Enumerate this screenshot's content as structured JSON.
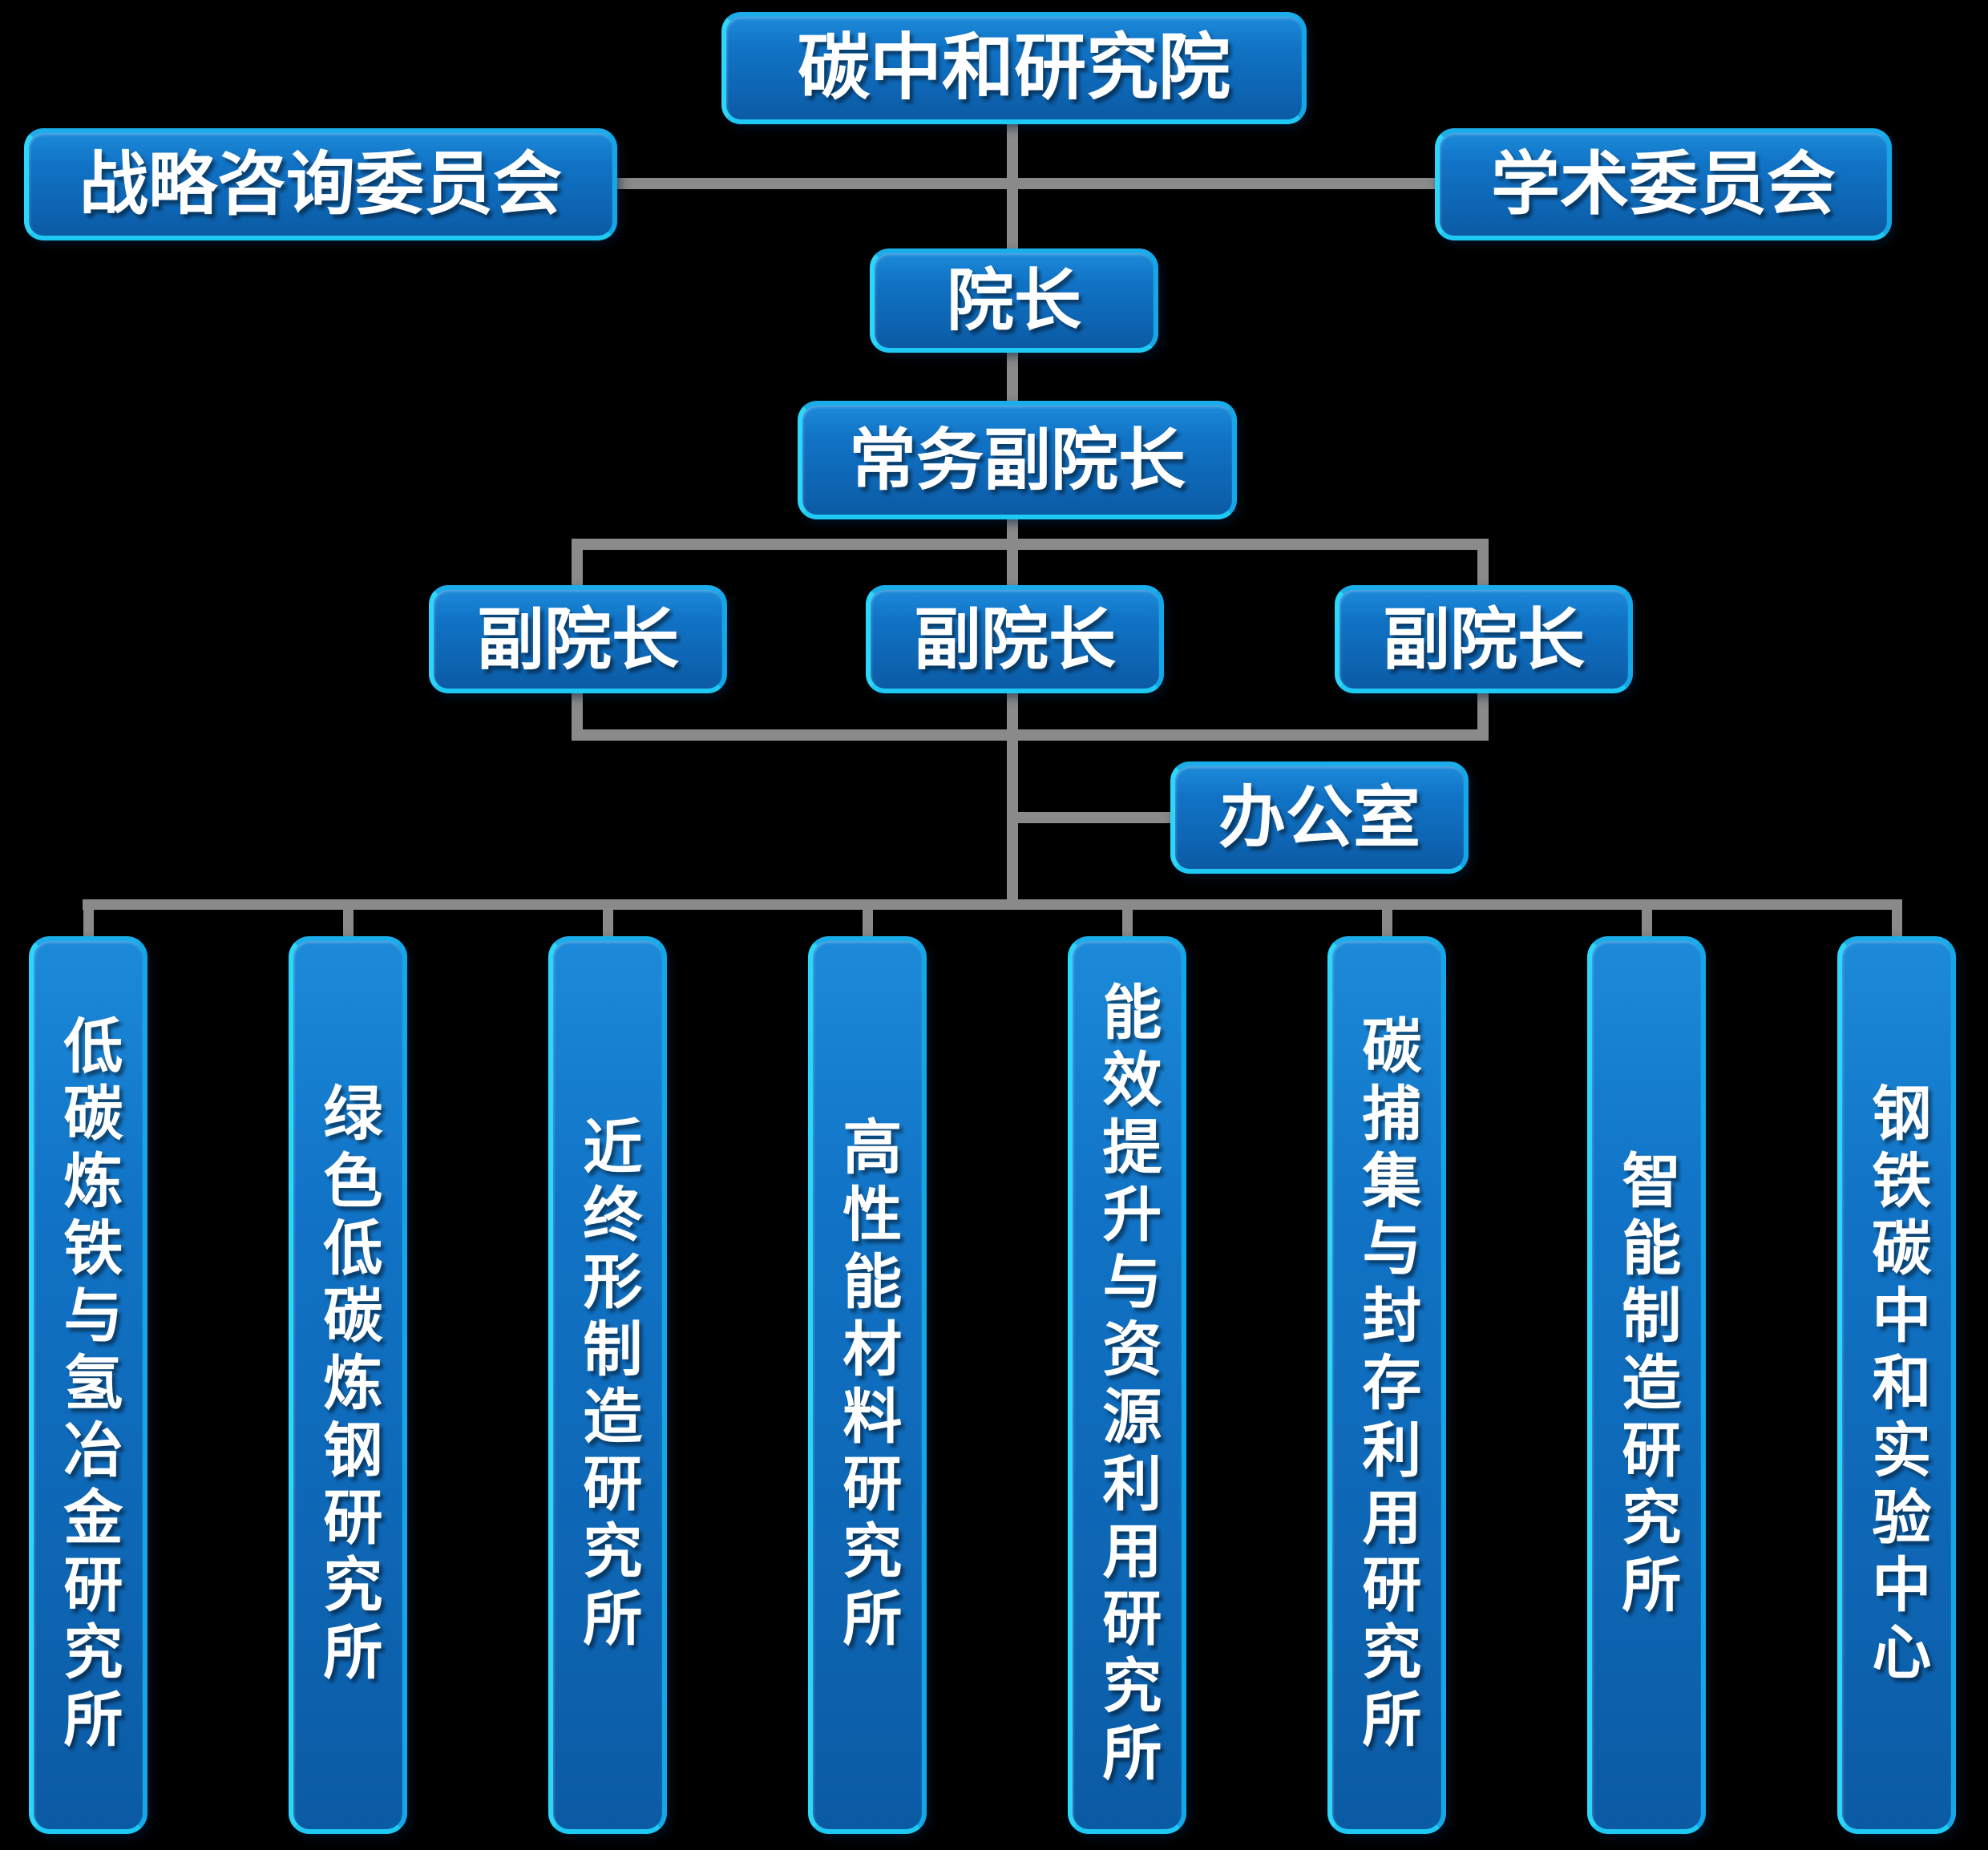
{
  "org": {
    "root": {
      "label": "碳中和研究院"
    },
    "committees": [
      {
        "label": "战略咨询委员会"
      },
      {
        "label": "学术委员会"
      }
    ],
    "dean": {
      "label": "院长"
    },
    "executive_vice_dean": {
      "label": "常务副院长"
    },
    "vice_deans": [
      {
        "label": "副院长"
      },
      {
        "label": "副院长"
      },
      {
        "label": "副院长"
      }
    ],
    "office": {
      "label": "办公室"
    },
    "departments": [
      {
        "label": "低碳炼铁与氢冶金研究所"
      },
      {
        "label": "绿色低碳炼钢研究所"
      },
      {
        "label": "近终形制造研究所"
      },
      {
        "label": "高性能材料研究所"
      },
      {
        "label": "能效提升与资源利用研究所"
      },
      {
        "label": "碳捕集与封存利用研究所"
      },
      {
        "label": "智能制造研究所"
      },
      {
        "label": "钢铁碳中和实验中心"
      }
    ],
    "colors": {
      "background": "#000000",
      "box_fill_top": "#1c8ad9",
      "box_fill_bottom": "#0b5aa4",
      "box_border": "#14a7e8",
      "box_border_highlight": "#2bd7fb",
      "connector": "#8a8a8a",
      "text": "#ffffff"
    }
  }
}
